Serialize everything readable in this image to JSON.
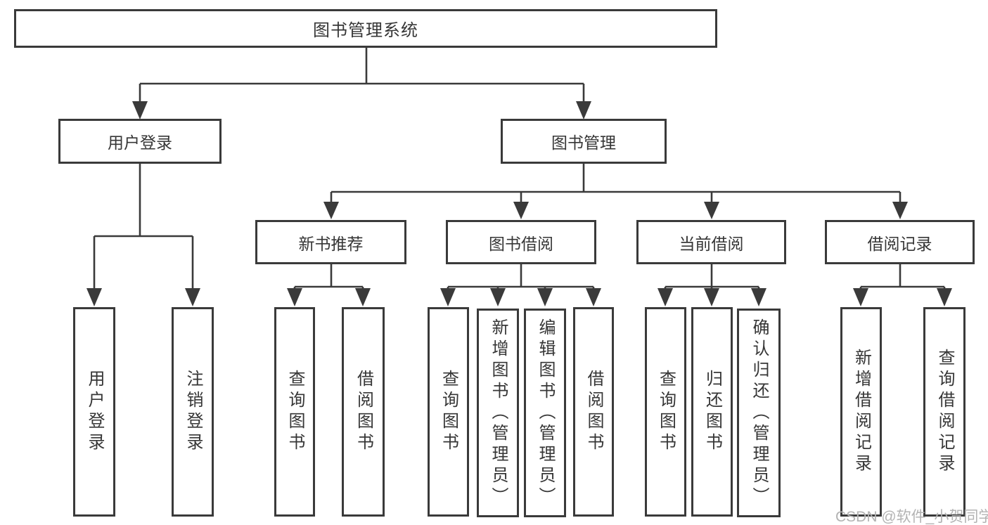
{
  "diagram_type": "function-structure-tree",
  "colors": {
    "line": "#3a3a3a",
    "text": "#363636",
    "background": "#ffffff",
    "watermark_color": "#b3b3b3"
  },
  "watermark": {
    "text": "CSDN @软件_小贺同学"
  },
  "tree": {
    "root": {
      "label": "图书管理系统"
    },
    "branches": [
      {
        "label": "用户登录",
        "children": [
          {
            "label": "用户登录"
          },
          {
            "label": "注销登录"
          }
        ]
      },
      {
        "label": "图书管理",
        "children": [
          {
            "label": "新书推荐",
            "children": [
              {
                "label": "查询图书"
              },
              {
                "label": "借阅图书"
              }
            ]
          },
          {
            "label": "图书借阅",
            "children": [
              {
                "label": "查询图书"
              },
              {
                "label": "新增图书（管理员）"
              },
              {
                "label": "编辑图书（管理员）"
              },
              {
                "label": "借阅图书"
              }
            ]
          },
          {
            "label": "当前借阅",
            "children": [
              {
                "label": "查询图书"
              },
              {
                "label": "归还图书"
              },
              {
                "label": "确认归还（管理员）"
              }
            ]
          },
          {
            "label": "借阅记录",
            "children": [
              {
                "label": "新增借阅记录"
              },
              {
                "label": "查询借阅记录"
              }
            ]
          }
        ]
      }
    ]
  }
}
